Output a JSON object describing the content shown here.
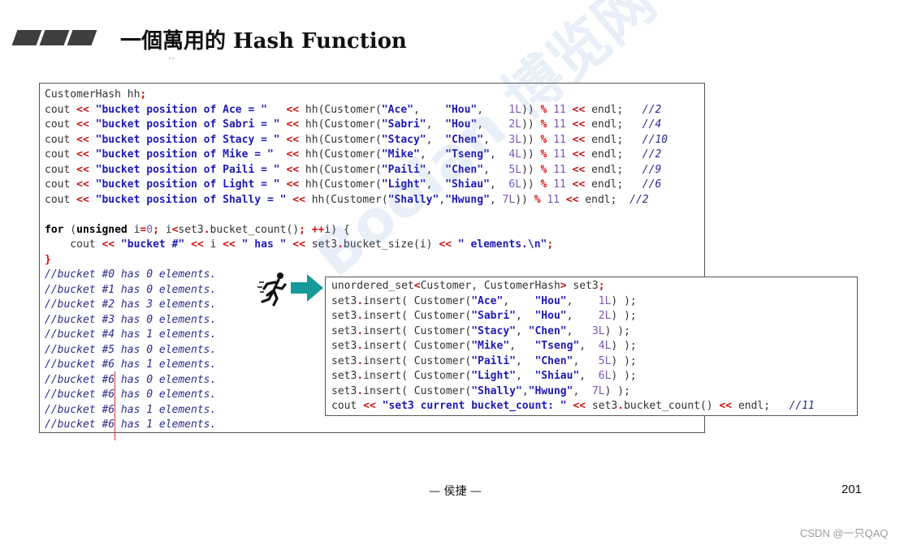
{
  "title": "一個萬用的 Hash Function",
  "tiny_mark": "' '",
  "watermark": "Boolan 博览网",
  "footer": {
    "author": "— 侯捷 —",
    "page_number": "201",
    "credit": "CSDN @一只QAQ"
  },
  "main_code": [
    [
      [
        "plain",
        "CustomerHash hh"
      ],
      [
        "op",
        ";"
      ]
    ],
    [
      [
        "plain",
        "cout "
      ],
      [
        "op",
        "<<"
      ],
      [
        "str",
        " \"bucket position of Ace = \"   "
      ],
      [
        "op",
        "<<"
      ],
      [
        "plain",
        " hh(Customer("
      ],
      [
        "str",
        "\"Ace\""
      ],
      [
        "plain",
        ",    "
      ],
      [
        "str",
        "\"Hou\""
      ],
      [
        "plain",
        ",    "
      ],
      [
        "num",
        "1L"
      ],
      [
        "plain",
        "))"
      ],
      [
        "op",
        " %"
      ],
      [
        "num",
        " 11"
      ],
      [
        "op",
        " <<"
      ],
      [
        "plain",
        " endl;   "
      ],
      [
        "cmt",
        "//2"
      ]
    ],
    [
      [
        "plain",
        "cout "
      ],
      [
        "op",
        "<<"
      ],
      [
        "str",
        " \"bucket position of Sabri = \" "
      ],
      [
        "op",
        "<<"
      ],
      [
        "plain",
        " hh(Customer("
      ],
      [
        "str",
        "\"Sabri\""
      ],
      [
        "plain",
        ",  "
      ],
      [
        "str",
        "\"Hou\""
      ],
      [
        "plain",
        ",    "
      ],
      [
        "num",
        "2L"
      ],
      [
        "plain",
        "))"
      ],
      [
        "op",
        " %"
      ],
      [
        "num",
        " 11"
      ],
      [
        "op",
        " <<"
      ],
      [
        "plain",
        " endl;   "
      ],
      [
        "cmt",
        "//4"
      ]
    ],
    [
      [
        "plain",
        "cout "
      ],
      [
        "op",
        "<<"
      ],
      [
        "str",
        " \"bucket position of Stacy = \" "
      ],
      [
        "op",
        "<<"
      ],
      [
        "plain",
        " hh(Customer("
      ],
      [
        "str",
        "\"Stacy\""
      ],
      [
        "plain",
        ",  "
      ],
      [
        "str",
        "\"Chen\""
      ],
      [
        "plain",
        ",   "
      ],
      [
        "num",
        "3L"
      ],
      [
        "plain",
        "))"
      ],
      [
        "op",
        " %"
      ],
      [
        "num",
        " 11"
      ],
      [
        "op",
        " <<"
      ],
      [
        "plain",
        " endl;   "
      ],
      [
        "cmt",
        "//10"
      ]
    ],
    [
      [
        "plain",
        "cout "
      ],
      [
        "op",
        "<<"
      ],
      [
        "str",
        " \"bucket position of Mike = \"  "
      ],
      [
        "op",
        "<<"
      ],
      [
        "plain",
        " hh(Customer("
      ],
      [
        "str",
        "\"Mike\""
      ],
      [
        "plain",
        ",   "
      ],
      [
        "str",
        "\"Tseng\""
      ],
      [
        "plain",
        ",  "
      ],
      [
        "num",
        "4L"
      ],
      [
        "plain",
        "))"
      ],
      [
        "op",
        " %"
      ],
      [
        "num",
        " 11"
      ],
      [
        "op",
        " <<"
      ],
      [
        "plain",
        " endl;   "
      ],
      [
        "cmt",
        "//2"
      ]
    ],
    [
      [
        "plain",
        "cout "
      ],
      [
        "op",
        "<<"
      ],
      [
        "str",
        " \"bucket position of Paili = \" "
      ],
      [
        "op",
        "<<"
      ],
      [
        "plain",
        " hh(Customer("
      ],
      [
        "str",
        "\"Paili\""
      ],
      [
        "plain",
        ",  "
      ],
      [
        "str",
        "\"Chen\""
      ],
      [
        "plain",
        ",   "
      ],
      [
        "num",
        "5L"
      ],
      [
        "plain",
        "))"
      ],
      [
        "op",
        " %"
      ],
      [
        "num",
        " 11"
      ],
      [
        "op",
        " <<"
      ],
      [
        "plain",
        " endl;   "
      ],
      [
        "cmt",
        "//9"
      ]
    ],
    [
      [
        "plain",
        "cout "
      ],
      [
        "op",
        "<<"
      ],
      [
        "str",
        " \"bucket position of Light = \" "
      ],
      [
        "op",
        "<<"
      ],
      [
        "plain",
        " hh(Customer("
      ],
      [
        "str",
        "\"Light\""
      ],
      [
        "plain",
        ",  "
      ],
      [
        "str",
        "\"Shiau\""
      ],
      [
        "plain",
        ",  "
      ],
      [
        "num",
        "6L"
      ],
      [
        "plain",
        "))"
      ],
      [
        "op",
        " %"
      ],
      [
        "num",
        " 11"
      ],
      [
        "op",
        " <<"
      ],
      [
        "plain",
        " endl;   "
      ],
      [
        "cmt",
        "//6"
      ]
    ],
    [
      [
        "plain",
        "cout "
      ],
      [
        "op",
        "<<"
      ],
      [
        "str",
        " \"bucket position of Shally = \" "
      ],
      [
        "op",
        "<<"
      ],
      [
        "plain",
        " hh(Customer("
      ],
      [
        "str",
        "\"Shally\""
      ],
      [
        "plain",
        ","
      ],
      [
        "str",
        "\"Hwung\""
      ],
      [
        "plain",
        ","
      ],
      [
        "num",
        " 7L"
      ],
      [
        "plain",
        "))"
      ],
      [
        "op",
        " %"
      ],
      [
        "num",
        " 11"
      ],
      [
        "op",
        " <<"
      ],
      [
        "plain",
        " endl;  "
      ],
      [
        "cmt",
        "//2"
      ]
    ],
    [
      [
        "plain",
        " "
      ]
    ],
    [
      [
        "kw",
        "for"
      ],
      [
        "plain",
        " ("
      ],
      [
        "kw",
        "unsigned"
      ],
      [
        "plain",
        " i"
      ],
      [
        "op",
        "="
      ],
      [
        "num",
        "0"
      ],
      [
        "op",
        ";"
      ],
      [
        "plain",
        " i"
      ],
      [
        "op",
        "<"
      ],
      [
        "plain",
        "set3"
      ],
      [
        "op",
        "."
      ],
      [
        "plain",
        "bucket_count()"
      ],
      [
        "op",
        ";"
      ],
      [
        "op",
        " ++"
      ],
      [
        "plain",
        "i) {"
      ]
    ],
    [
      [
        "plain",
        "    cout "
      ],
      [
        "op",
        "<<"
      ],
      [
        "str",
        " \"bucket #\" "
      ],
      [
        "op",
        "<<"
      ],
      [
        "plain",
        " i "
      ],
      [
        "op",
        "<<"
      ],
      [
        "str",
        " \" has \" "
      ],
      [
        "op",
        "<<"
      ],
      [
        "plain",
        " set3"
      ],
      [
        "op",
        "."
      ],
      [
        "plain",
        "bucket_size(i) "
      ],
      [
        "op",
        "<<"
      ],
      [
        "str",
        " \" elements.\\n\""
      ],
      [
        "op",
        ";"
      ]
    ],
    [
      [
        "op",
        "}"
      ]
    ],
    [
      [
        "cmt",
        "//bucket #0 has 0 elements."
      ]
    ],
    [
      [
        "cmt",
        "//bucket #1 has 0 elements."
      ]
    ],
    [
      [
        "cmt",
        "//bucket #2 has 3 elements."
      ]
    ],
    [
      [
        "cmt",
        "//bucket #3 has 0 elements."
      ]
    ],
    [
      [
        "cmt",
        "//bucket #4 has 1 elements."
      ]
    ],
    [
      [
        "cmt",
        "//bucket #5 has 0 elements."
      ]
    ],
    [
      [
        "cmt",
        "//bucket #6 has 1 elements."
      ]
    ],
    [
      [
        "cmt",
        "//bucket #6 has 0 elements."
      ]
    ],
    [
      [
        "cmt",
        "//bucket #6 has 0 elements."
      ]
    ],
    [
      [
        "cmt",
        "//bucket #6 has 1 elements."
      ]
    ],
    [
      [
        "cmt",
        "//bucket #6 has 1 elements."
      ]
    ]
  ],
  "inset_code": [
    [
      [
        "plain",
        "unordered_set"
      ],
      [
        "op",
        "<"
      ],
      [
        "plain",
        "Customer, CustomerHash"
      ],
      [
        "op",
        ">"
      ],
      [
        "plain",
        " set3"
      ],
      [
        "op",
        ";"
      ]
    ],
    [
      [
        "plain",
        "set3"
      ],
      [
        "op",
        "."
      ],
      [
        "plain",
        "insert( Customer("
      ],
      [
        "str",
        "\"Ace\""
      ],
      [
        "plain",
        ",    "
      ],
      [
        "str",
        "\"Hou\""
      ],
      [
        "plain",
        ",    "
      ],
      [
        "num",
        "1L"
      ],
      [
        "plain",
        ") );"
      ]
    ],
    [
      [
        "plain",
        "set3"
      ],
      [
        "op",
        "."
      ],
      [
        "plain",
        "insert( Customer("
      ],
      [
        "str",
        "\"Sabri\""
      ],
      [
        "plain",
        ",  "
      ],
      [
        "str",
        "\"Hou\""
      ],
      [
        "plain",
        ",    "
      ],
      [
        "num",
        "2L"
      ],
      [
        "plain",
        ") );"
      ]
    ],
    [
      [
        "plain",
        "set3"
      ],
      [
        "op",
        "."
      ],
      [
        "plain",
        "insert( Customer("
      ],
      [
        "str",
        "\"Stacy\""
      ],
      [
        "plain",
        ", "
      ],
      [
        "str",
        "\"Chen\""
      ],
      [
        "plain",
        ",   "
      ],
      [
        "num",
        "3L"
      ],
      [
        "plain",
        ") );"
      ]
    ],
    [
      [
        "plain",
        "set3"
      ],
      [
        "op",
        "."
      ],
      [
        "plain",
        "insert( Customer("
      ],
      [
        "str",
        "\"Mike\""
      ],
      [
        "plain",
        ",   "
      ],
      [
        "str",
        "\"Tseng\""
      ],
      [
        "plain",
        ",  "
      ],
      [
        "num",
        "4L"
      ],
      [
        "plain",
        ") );"
      ]
    ],
    [
      [
        "plain",
        "set3"
      ],
      [
        "op",
        "."
      ],
      [
        "plain",
        "insert( Customer("
      ],
      [
        "str",
        "\"Paili\""
      ],
      [
        "plain",
        ",  "
      ],
      [
        "str",
        "\"Chen\""
      ],
      [
        "plain",
        ",   "
      ],
      [
        "num",
        "5L"
      ],
      [
        "plain",
        ") );"
      ]
    ],
    [
      [
        "plain",
        "set3"
      ],
      [
        "op",
        "."
      ],
      [
        "plain",
        "insert( Customer("
      ],
      [
        "str",
        "\"Light\""
      ],
      [
        "plain",
        ",  "
      ],
      [
        "str",
        "\"Shiau\""
      ],
      [
        "plain",
        ",  "
      ],
      [
        "num",
        "6L"
      ],
      [
        "plain",
        ") );"
      ]
    ],
    [
      [
        "plain",
        "set3"
      ],
      [
        "op",
        "."
      ],
      [
        "plain",
        "insert( Customer("
      ],
      [
        "str",
        "\"Shally\""
      ],
      [
        "plain",
        ","
      ],
      [
        "str",
        "\"Hwung\""
      ],
      [
        "plain",
        ",  "
      ],
      [
        "num",
        "7L"
      ],
      [
        "plain",
        ") );"
      ]
    ],
    [
      [
        "plain",
        "cout "
      ],
      [
        "op",
        "<<"
      ],
      [
        "str",
        " \"set3 current bucket_count: \" "
      ],
      [
        "op",
        "<<"
      ],
      [
        "plain",
        " set3"
      ],
      [
        "op",
        "."
      ],
      [
        "plain",
        "bucket_count() "
      ],
      [
        "op",
        "<<"
      ],
      [
        "plain",
        " endl;   "
      ],
      [
        "cmt",
        "//11"
      ]
    ]
  ],
  "colors": {
    "keyword": "#000000",
    "string": "#1f1ab8",
    "operator": "#cc1111",
    "number": "#7a57b7",
    "comment": "#2c2c8a",
    "arrow": "#169a99",
    "header_bars": "#3f3f3f"
  },
  "icons": [
    "running-man-icon",
    "right-arrow-icon"
  ]
}
